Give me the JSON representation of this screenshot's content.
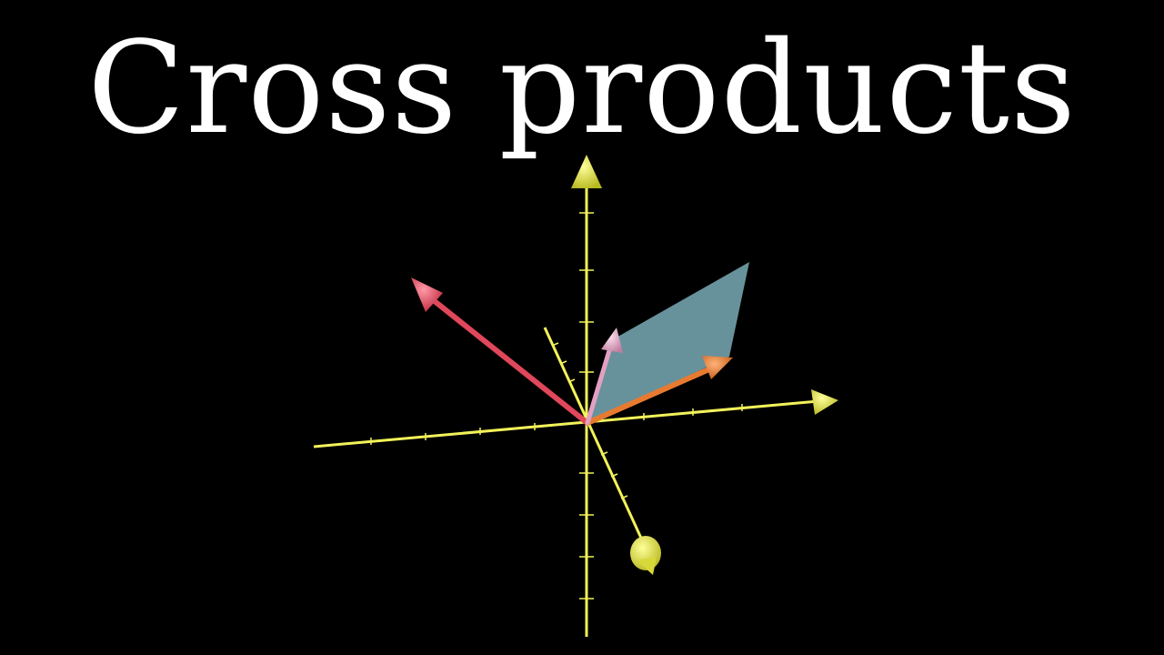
{
  "title": "Cross products",
  "colors": {
    "background": "#000000",
    "title": "#ffffff",
    "axis": "#f2f25a",
    "axis_head": "#d8d83a",
    "red_vector": "#e0475a",
    "orange_vector": "#e87a30",
    "pink_vector": "#e3a0c2",
    "parallelogram": "#7fb2bd"
  },
  "scene": {
    "axes": [
      "x-axis",
      "y-axis",
      "z-axis"
    ],
    "vectors": [
      "red-vector",
      "orange-vector",
      "pink-vector"
    ],
    "surface": "parallelogram"
  }
}
